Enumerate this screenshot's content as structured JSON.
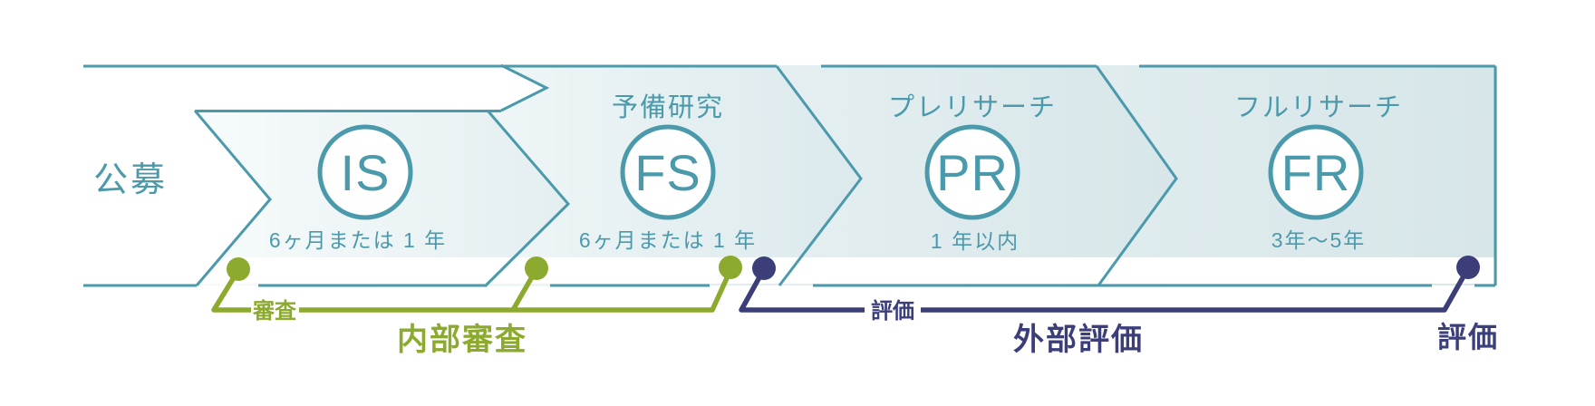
{
  "palette": {
    "teal": "#4A9AAC",
    "green": "#8BAA2E",
    "navy": "#3B3E79",
    "band-light": "#f7fbfb",
    "band-deep": "#d7e6e9",
    "stripe": "#ffffff"
  },
  "intro": {
    "label": "公募"
  },
  "stages": [
    {
      "title": "",
      "abbr": "IS",
      "duration": "6ヶ月または 1 年"
    },
    {
      "title": "予備研究",
      "abbr": "FS",
      "duration": "6ヶ月または 1 年"
    },
    {
      "title": "プレリサーチ",
      "abbr": "PR",
      "duration": "1 年以内"
    },
    {
      "title": "フルリサーチ",
      "abbr": "FR",
      "duration": "3年〜5年"
    }
  ],
  "review": {
    "inline_label": "審査",
    "main_label": "内部審査"
  },
  "evaluation": {
    "inline_label": "評価",
    "main_label": "外部評価",
    "end_label": "評価"
  }
}
